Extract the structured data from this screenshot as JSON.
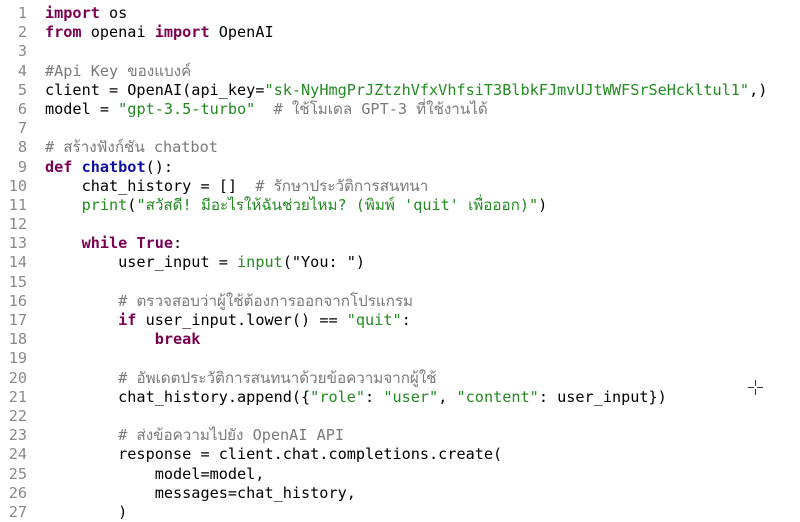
{
  "editor": {
    "lines": [
      {
        "n": "1",
        "tokens": [
          {
            "t": "import",
            "c": "kw"
          },
          {
            "t": " os"
          }
        ]
      },
      {
        "n": "2",
        "tokens": [
          {
            "t": "from",
            "c": "kw"
          },
          {
            "t": " openai "
          },
          {
            "t": "import",
            "c": "kw"
          },
          {
            "t": " OpenAI"
          }
        ]
      },
      {
        "n": "3",
        "tokens": []
      },
      {
        "n": "4",
        "tokens": [
          {
            "t": "#Api Key ของแบงค์",
            "c": "cmt"
          }
        ]
      },
      {
        "n": "5",
        "tokens": [
          {
            "t": "client = OpenAI(api_key="
          },
          {
            "t": "\"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\"",
            "c": "str"
          },
          {
            "t": ",)"
          }
        ]
      },
      {
        "n": "6",
        "tokens": [
          {
            "t": "model = "
          },
          {
            "t": "\"gpt-3.5-turbo\"",
            "c": "str"
          },
          {
            "t": "  "
          },
          {
            "t": "# ใช้โมเดล GPT-3 ที่ใช้งานได้",
            "c": "cmt"
          }
        ]
      },
      {
        "n": "7",
        "tokens": []
      },
      {
        "n": "8",
        "tokens": [
          {
            "t": "# สร้างฟังก์ชัน chatbot",
            "c": "cmt"
          }
        ]
      },
      {
        "n": "9",
        "tokens": [
          {
            "t": "def",
            "c": "kw"
          },
          {
            "t": " "
          },
          {
            "t": "chatbot",
            "c": "fn"
          },
          {
            "t": "():"
          }
        ]
      },
      {
        "n": "10",
        "tokens": [
          {
            "t": "    chat_history = []  "
          },
          {
            "t": "# รักษาประวัติการสนทนา",
            "c": "cmt"
          }
        ]
      },
      {
        "n": "11",
        "tokens": [
          {
            "t": "    "
          },
          {
            "t": "print",
            "c": "str"
          },
          {
            "t": "("
          },
          {
            "t": "\"สวัสดี! มีอะไรให้ฉันช่วยไหม? (พิมพ์ 'quit' เพื่อออก)\"",
            "c": "str"
          },
          {
            "t": ")"
          }
        ]
      },
      {
        "n": "12",
        "tokens": []
      },
      {
        "n": "13",
        "tokens": [
          {
            "t": "    "
          },
          {
            "t": "while",
            "c": "kw"
          },
          {
            "t": " "
          },
          {
            "t": "True",
            "c": "kw"
          },
          {
            "t": ":"
          }
        ]
      },
      {
        "n": "14",
        "tokens": [
          {
            "t": "        user_input = "
          },
          {
            "t": "input",
            "c": "str"
          },
          {
            "t": "(\"You: \")"
          }
        ]
      },
      {
        "n": "15",
        "tokens": []
      },
      {
        "n": "16",
        "tokens": [
          {
            "t": "        "
          },
          {
            "t": "# ตรวจสอบว่าผู้ใช้ต้องการออกจากโปรแกรม",
            "c": "cmt"
          }
        ]
      },
      {
        "n": "17",
        "tokens": [
          {
            "t": "        "
          },
          {
            "t": "if",
            "c": "kw"
          },
          {
            "t": " user_input.lower() == "
          },
          {
            "t": "\"quit\"",
            "c": "str"
          },
          {
            "t": ":"
          }
        ]
      },
      {
        "n": "18",
        "tokens": [
          {
            "t": "            "
          },
          {
            "t": "break",
            "c": "kw"
          }
        ]
      },
      {
        "n": "19",
        "tokens": []
      },
      {
        "n": "20",
        "tokens": [
          {
            "t": "        "
          },
          {
            "t": "# อัพเดตประวัติการสนทนาด้วยข้อความจากผู้ใช้",
            "c": "cmt"
          }
        ]
      },
      {
        "n": "21",
        "tokens": [
          {
            "t": "        chat_history.append({"
          },
          {
            "t": "\"role\"",
            "c": "str"
          },
          {
            "t": ": "
          },
          {
            "t": "\"user\"",
            "c": "str"
          },
          {
            "t": ", "
          },
          {
            "t": "\"content\"",
            "c": "str"
          },
          {
            "t": ": user_input})"
          }
        ]
      },
      {
        "n": "22",
        "tokens": []
      },
      {
        "n": "23",
        "tokens": [
          {
            "t": "        "
          },
          {
            "t": "# ส่งข้อความไปยัง OpenAI API",
            "c": "cmt"
          }
        ]
      },
      {
        "n": "24",
        "tokens": [
          {
            "t": "        response = client.chat.completions.create("
          }
        ]
      },
      {
        "n": "25",
        "tokens": [
          {
            "t": "            model=model,"
          }
        ]
      },
      {
        "n": "26",
        "tokens": [
          {
            "t": "            messages=chat_history,"
          }
        ]
      },
      {
        "n": "27",
        "tokens": [
          {
            "t": "        )"
          }
        ]
      }
    ]
  },
  "colors": {
    "keyword": "#7b0052",
    "function": "#0d0fa3",
    "string": "#238b22",
    "comment": "#7a7a7a",
    "line_number": "#8a8a8a"
  },
  "cursor_icon": "crosshair-cursor-icon"
}
